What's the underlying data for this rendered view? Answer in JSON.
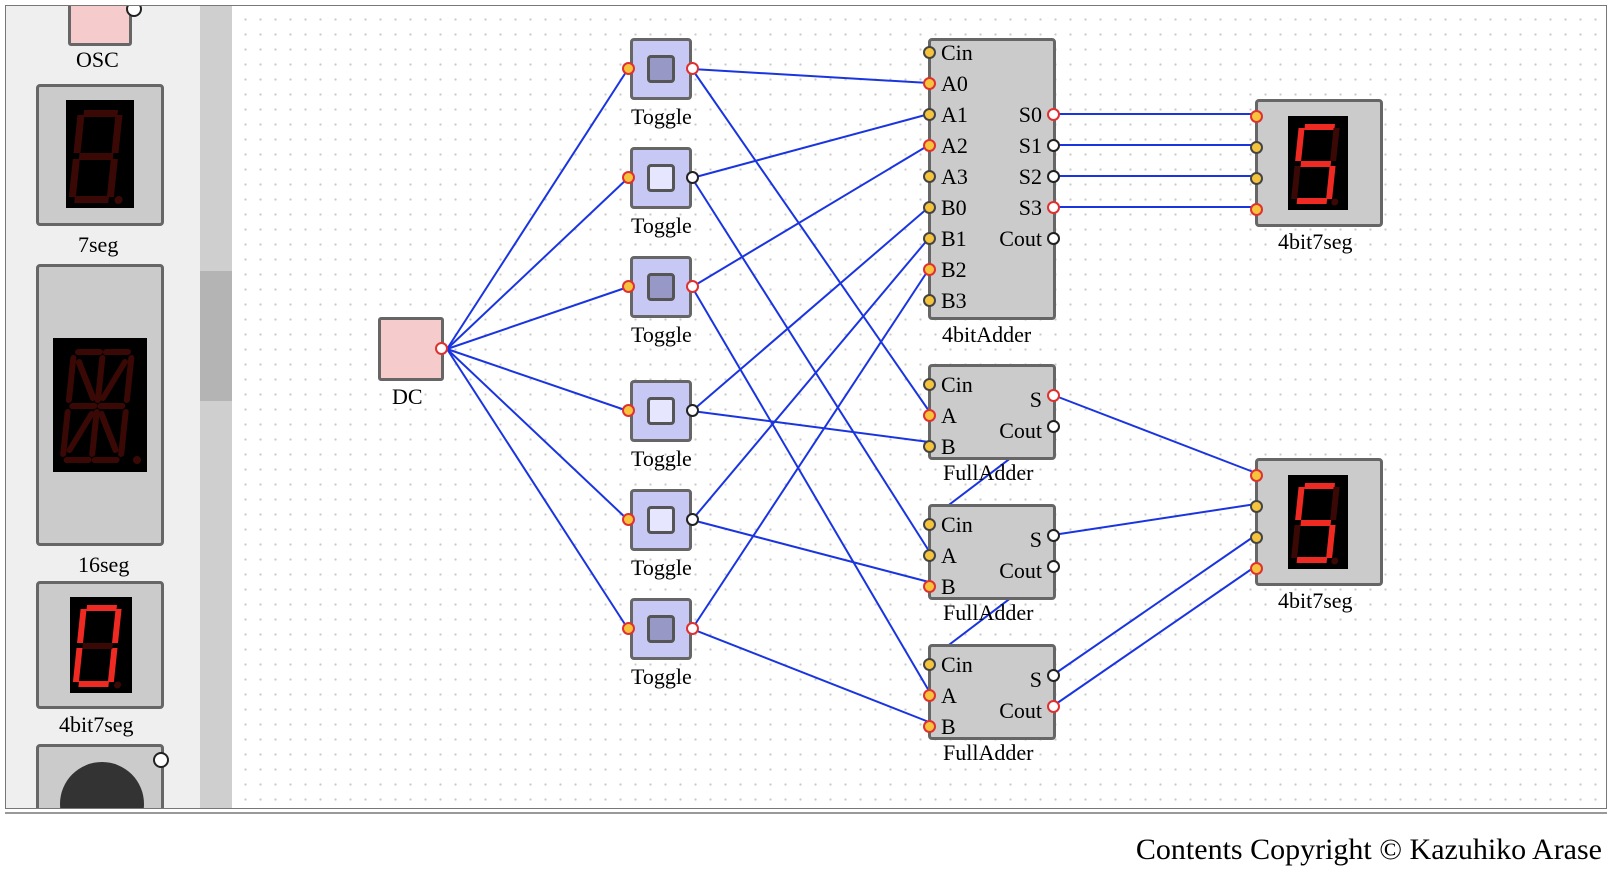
{
  "toolbox": {
    "items": [
      {
        "label": "OSC"
      },
      {
        "label": "7seg"
      },
      {
        "label": "16seg"
      },
      {
        "label": "4bit7seg"
      }
    ]
  },
  "canvas": {
    "dc_label": "DC",
    "toggle_label": "Toggle",
    "toggles": [
      {
        "label": "Toggle",
        "state": "on"
      },
      {
        "label": "Toggle",
        "state": "off"
      },
      {
        "label": "Toggle",
        "state": "on"
      },
      {
        "label": "Toggle",
        "state": "off"
      },
      {
        "label": "Toggle",
        "state": "off"
      },
      {
        "label": "Toggle",
        "state": "on"
      }
    ],
    "adder4": {
      "label": "4bitAdder",
      "inputs": [
        "Cin",
        "A0",
        "A1",
        "A2",
        "A3",
        "B0",
        "B1",
        "B2",
        "B3"
      ],
      "outputs": [
        "S0",
        "S1",
        "S2",
        "S3",
        "Cout"
      ]
    },
    "full_adders": [
      {
        "label": "FullAdder",
        "inputs": [
          "Cin",
          "A",
          "B"
        ],
        "outputs": [
          "S",
          "Cout"
        ]
      },
      {
        "label": "FullAdder",
        "inputs": [
          "Cin",
          "A",
          "B"
        ],
        "outputs": [
          "S",
          "Cout"
        ]
      },
      {
        "label": "FullAdder",
        "inputs": [
          "Cin",
          "A",
          "B"
        ],
        "outputs": [
          "S",
          "Cout"
        ]
      }
    ],
    "displays": [
      {
        "label": "4bit7seg",
        "digit": "5"
      },
      {
        "label": "4bit7seg",
        "digit": "5"
      }
    ]
  },
  "colors": {
    "wire": "#1a35e0",
    "segment_on": "#ee2a22",
    "segment_off": "#3a0906",
    "pin_fill": "#f5c43c"
  },
  "footer": {
    "copyright": "Contents Copyright © Kazuhiko Arase"
  }
}
